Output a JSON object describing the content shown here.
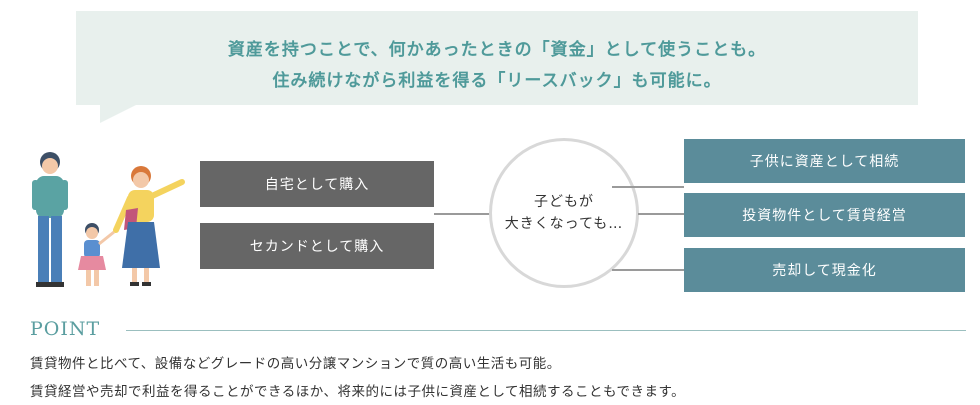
{
  "bubble": {
    "line1": "資産を持つことで、何かあったときの「資金」として使うことも。",
    "line2": "住み続けながら利益を得る「リースバック」も可能に。"
  },
  "left_boxes": [
    "自宅として購入",
    "セカンドとして購入"
  ],
  "center": {
    "line1": "子どもが",
    "line2": "大きくなっても…"
  },
  "right_boxes": [
    "子供に資産として相続",
    "投資物件として賃貸経営",
    "売却して現金化"
  ],
  "point": {
    "label": "POINT",
    "line1": "賃貸物件と比べて、設備などグレードの高い分譲マンションで質の高い生活も可能。",
    "line2": "賃貸経営や売却で利益を得ることができるほか、将来的には子供に資産として相続することもできます。"
  },
  "colors": {
    "bubble_bg": "#e8f0ed",
    "bubble_text": "#4f9a9a",
    "dark_box": "#666666",
    "teal_box": "#5b8c9a",
    "point_text": "#5b9ea0"
  },
  "icons": {
    "family": "family-illustration"
  }
}
